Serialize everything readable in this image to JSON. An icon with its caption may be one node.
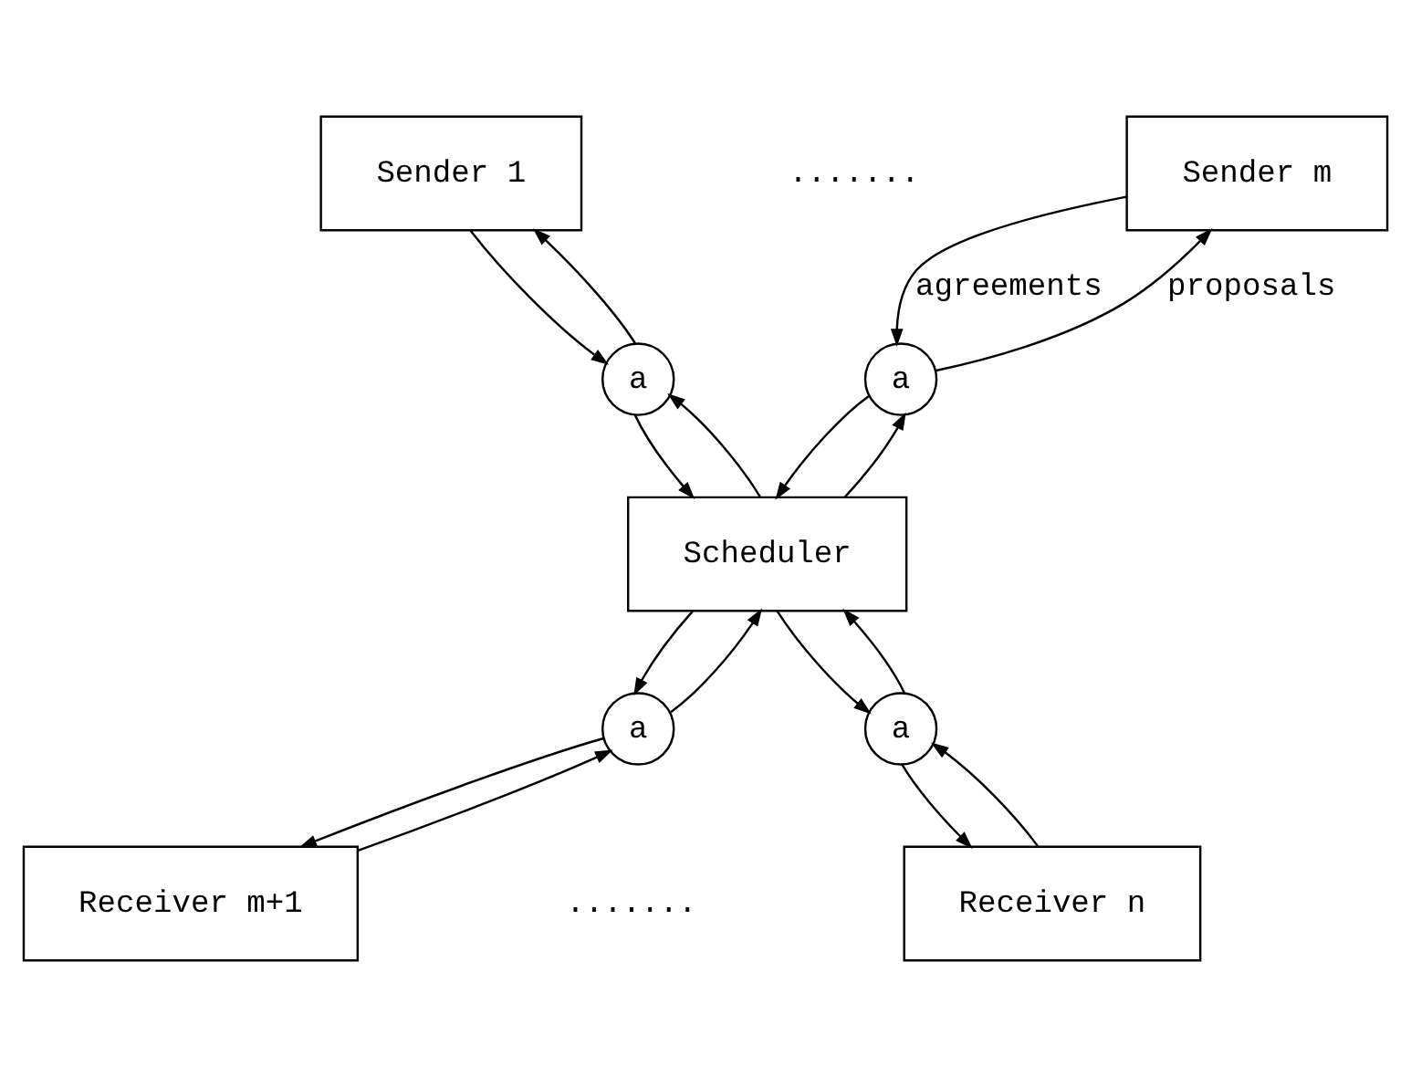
{
  "diagram": {
    "nodes": [
      {
        "text": [
          "Sender 1"
        ]
      },
      {
        "text": [
          "Sender m"
        ]
      },
      {
        "text": [
          "a"
        ]
      },
      {
        "text": [
          "a"
        ]
      },
      {
        "text": [
          "Scheduler"
        ]
      },
      {
        "text": [
          "a"
        ]
      },
      {
        "text": [
          "a"
        ]
      },
      {
        "text": [
          "Receiver m+1"
        ]
      },
      {
        "text": [
          "Receiver n"
        ]
      }
    ],
    "edges": [
      {
        "from": 0,
        "to": 2,
        "arrow": "to"
      },
      {
        "from": 2,
        "to": 0,
        "arrow": "to"
      },
      {
        "from": 2,
        "to": 4,
        "arrow": "to"
      },
      {
        "from": 4,
        "to": 2,
        "arrow": "to"
      },
      {
        "from": 3,
        "to": 1,
        "arrow": "to",
        "label": "proposals"
      },
      {
        "from": 1,
        "to": 3,
        "arrow": "to",
        "label": "agreements"
      },
      {
        "from": 4,
        "to": 3,
        "arrow": "to"
      },
      {
        "from": 3,
        "to": 4,
        "arrow": "to"
      },
      {
        "from": 4,
        "to": 5,
        "arrow": "to"
      },
      {
        "from": 5,
        "to": 4,
        "arrow": "to"
      },
      {
        "from": 5,
        "to": 7,
        "arrow": "to"
      },
      {
        "from": 7,
        "to": 5,
        "arrow": "to"
      },
      {
        "from": 6,
        "to": 4,
        "arrow": "to"
      },
      {
        "from": 4,
        "to": 6,
        "arrow": "to"
      },
      {
        "from": 6,
        "to": 8,
        "arrow": "to"
      },
      {
        "from": 8,
        "to": 6,
        "arrow": "to"
      }
    ],
    "labels": [
      ".......",
      "......."
    ]
  }
}
